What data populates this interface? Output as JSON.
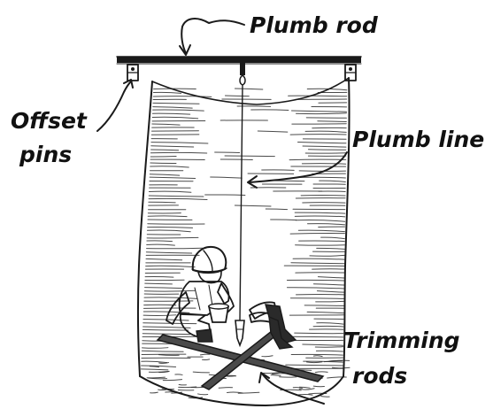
{
  "labels": {
    "plumb_rod": "Plumb rod",
    "offset_pins_line1": "Offset",
    "offset_pins_line2": "pins",
    "plumb_line": "Plumb line",
    "trimming_rods_line1": "Trimming",
    "trimming_rods_line2": "rods"
  },
  "colors": {
    "ink": "#1a1a1a",
    "background": "#ffffff"
  }
}
